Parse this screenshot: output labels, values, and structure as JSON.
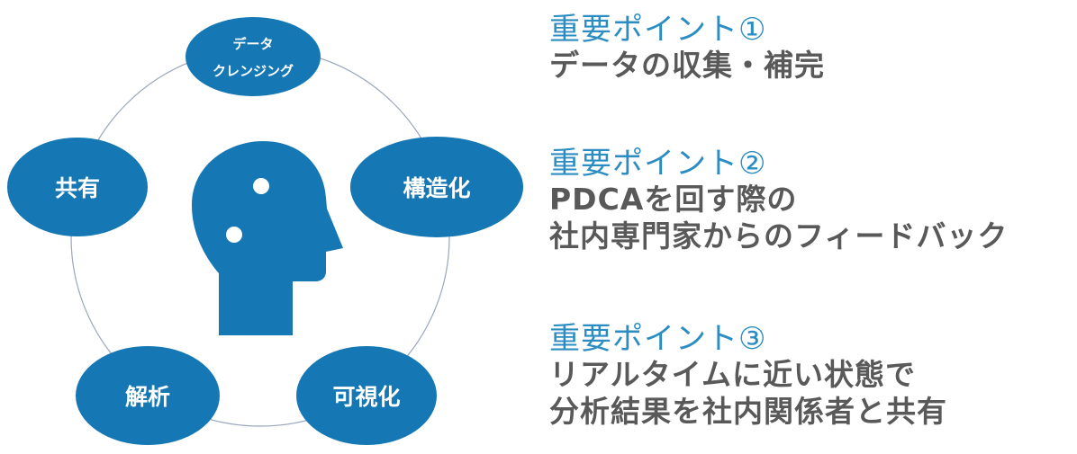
{
  "colors": {
    "accent": "#1577b3",
    "title_text": "#2c8dc2",
    "body_text": "#595959",
    "ring_line": "#9aa6bd"
  },
  "cycle": {
    "center_icon": "head-with-gears-icon",
    "nodes": [
      {
        "id": "cleansing",
        "lines": [
          "データ",
          "クレンジング"
        ]
      },
      {
        "id": "structuring",
        "lines": [
          "構造化"
        ]
      },
      {
        "id": "visualization",
        "lines": [
          "可視化"
        ]
      },
      {
        "id": "analysis",
        "lines": [
          "解析"
        ]
      },
      {
        "id": "sharing",
        "lines": [
          "共有"
        ]
      }
    ]
  },
  "points": [
    {
      "title": "重要ポイント①",
      "lines": [
        "データの収集・補完"
      ]
    },
    {
      "title": "重要ポイント②",
      "lines": [
        "PDCAを回す際の",
        "社内専門家からのフィードバック"
      ]
    },
    {
      "title": "重要ポイント③",
      "lines": [
        "リアルタイムに近い状態で",
        "分析結果を社内関係者と共有"
      ]
    }
  ]
}
